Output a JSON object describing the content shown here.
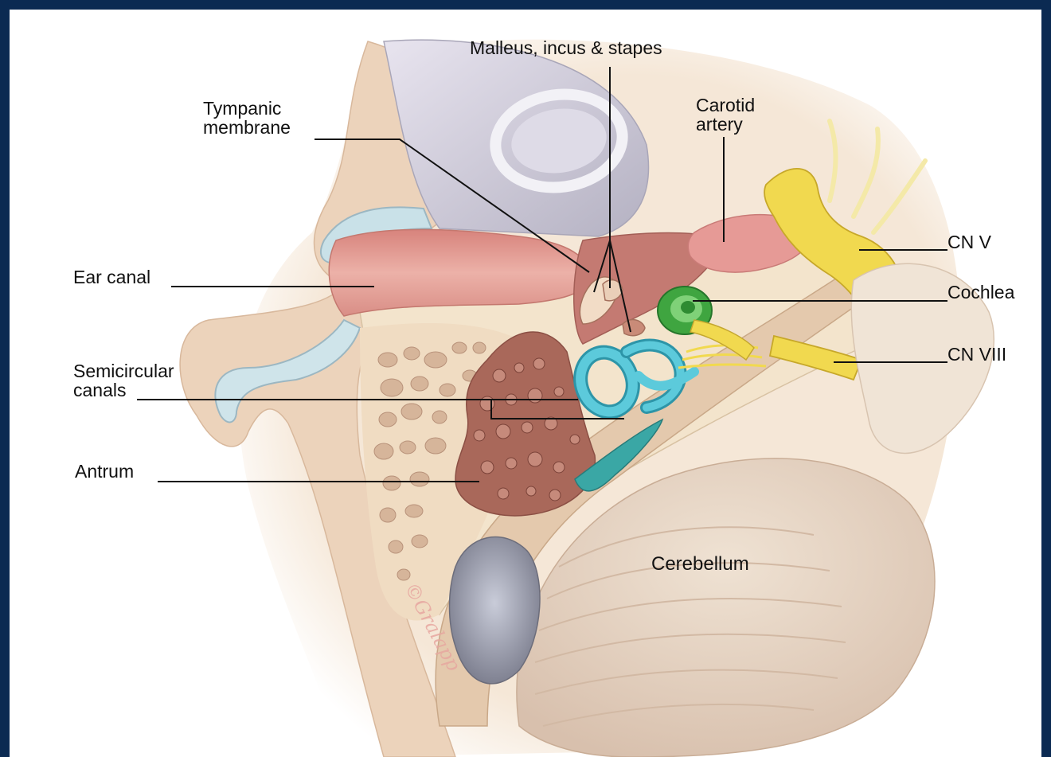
{
  "labels": {
    "ossicles": "Malleus, incus & stapes",
    "tympanic_line1": "Tympanic",
    "tympanic_line2": "membrane",
    "carotid_line1": "Carotid",
    "carotid_line2": "artery",
    "ear_canal": "Ear canal",
    "cn5": "CN V",
    "cochlea": "Cochlea",
    "cn8": "CN VIII",
    "semicircular_line1": "Semicircular",
    "semicircular_line2": "canals",
    "antrum": "Antrum",
    "cerebellum": "Cerebellum"
  },
  "watermark": "©Gralapp",
  "colors": {
    "frame": "#0b2a52",
    "skin": "#ecd5bd",
    "bone": "#f3e6d0",
    "canal": "#e3a39b",
    "cochlea": "#3fa540",
    "semicircular": "#3ab6c8",
    "nerve": "#f1d94f",
    "antrum": "#a9685a",
    "cerebellum": "#e9d8c8"
  }
}
